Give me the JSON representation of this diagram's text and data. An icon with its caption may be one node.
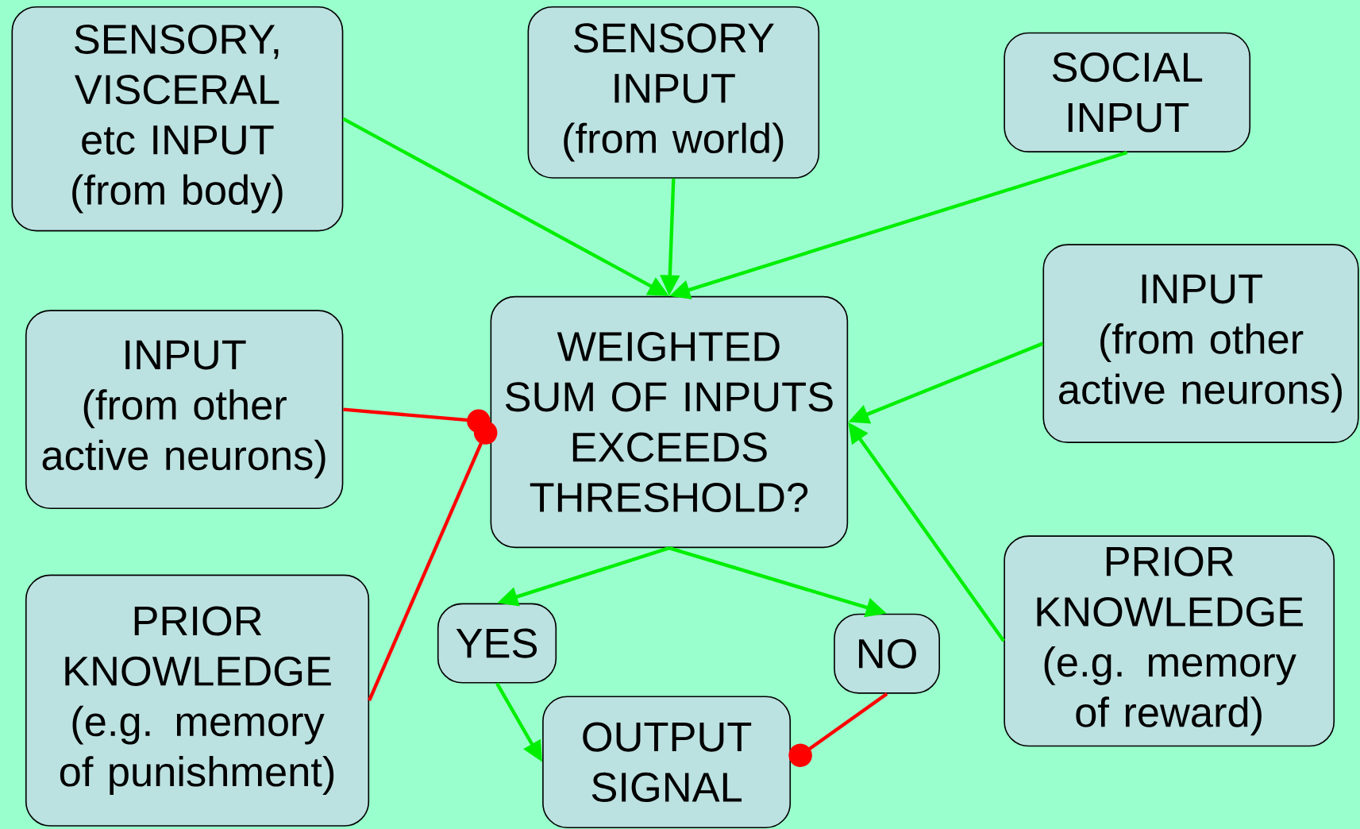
{
  "diagram": {
    "nodes": [
      {
        "text": [
          "SENSORY, VISCERAL etc INPUT",
          "(from body)"
        ]
      },
      {
        "text": [
          "SENSORY INPUT",
          "(from world)"
        ]
      },
      {
        "text": [
          "SOCIAL INPUT"
        ]
      },
      {
        "text": [
          "INPUT",
          "(from other active neurons)"
        ]
      },
      {
        "text": [
          "INPUT",
          "(from other active neurons)"
        ]
      },
      {
        "text": [
          "WEIGHTED SUM OF INPUTS EXCEEDS THRESHOLD?"
        ]
      },
      {
        "text": [
          "PRIOR KNOWLEDGE",
          "(e.g. memory of punishment)"
        ]
      },
      {
        "text": [
          "YES"
        ]
      },
      {
        "text": [
          "NO"
        ]
      },
      {
        "text": [
          "OUTPUT SIGNAL"
        ]
      },
      {
        "text": [
          "PRIOR KNOWLEDGE",
          "(e.g. memory of reward)"
        ]
      }
    ],
    "edges": [
      {
        "from": 0,
        "to": 5,
        "arrow": "to"
      },
      {
        "from": 1,
        "to": 5,
        "arrow": "to"
      },
      {
        "from": 2,
        "to": 5,
        "arrow": "to"
      },
      {
        "from": 3,
        "to": 5,
        "arrow": "to"
      },
      {
        "from": 4,
        "to": 5,
        "arrow": "other",
        "color": "#ff0000"
      },
      {
        "from": 6,
        "to": 5,
        "arrow": "other",
        "color": "#ff0000"
      },
      {
        "from": 10,
        "to": 5,
        "arrow": "to"
      },
      {
        "from": 5,
        "to": 7,
        "arrow": "to"
      },
      {
        "from": 5,
        "to": 8,
        "arrow": "to"
      },
      {
        "from": 7,
        "to": 9,
        "arrow": "to"
      },
      {
        "from": 8,
        "to": 9,
        "arrow": "other",
        "color": "#ff0000"
      }
    ]
  }
}
